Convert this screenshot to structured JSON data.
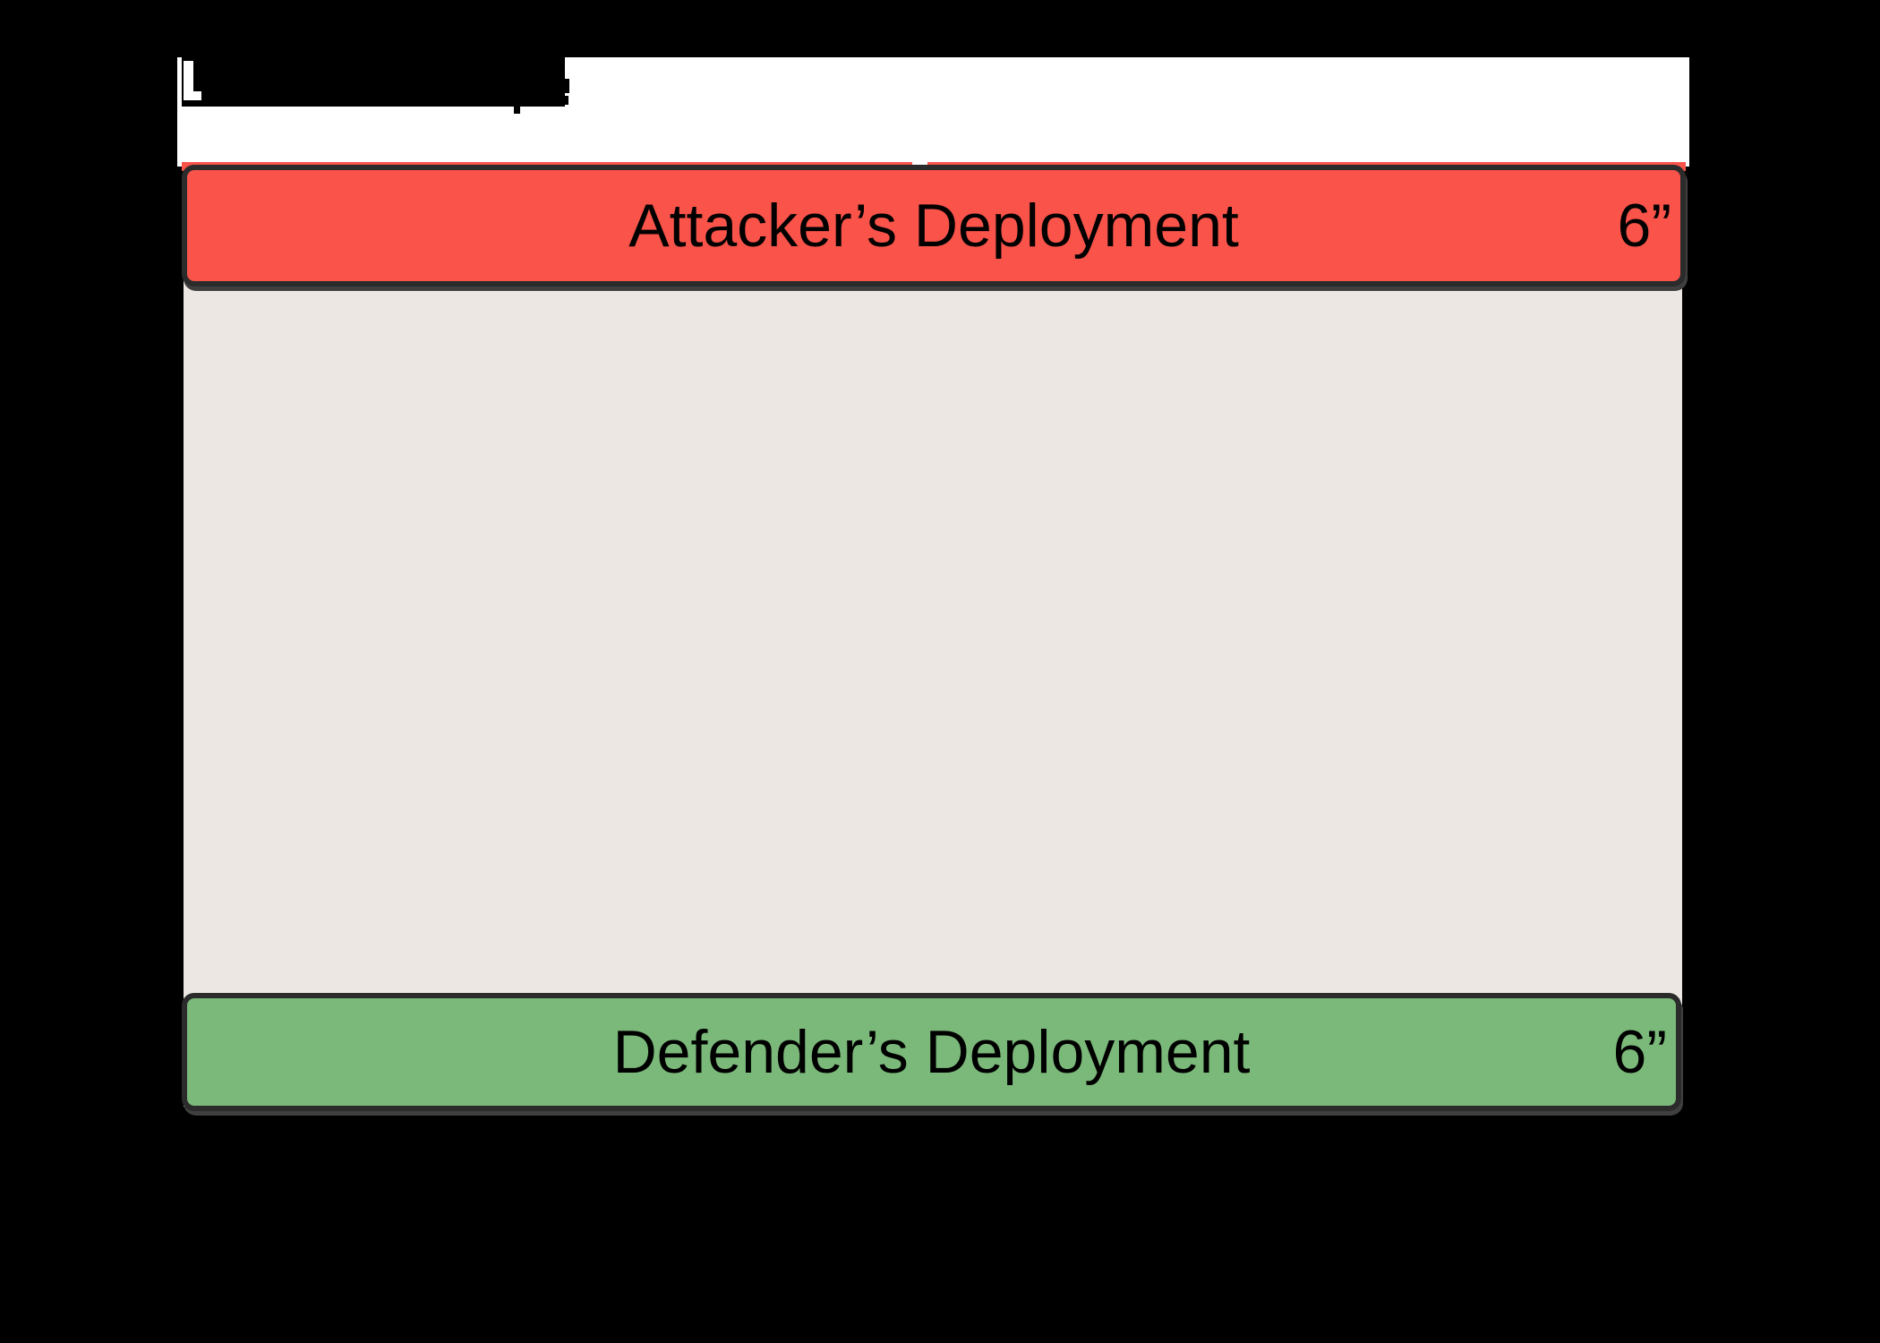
{
  "colors": {
    "background": "#000000",
    "slide": "#ffffff",
    "board": "#ECE7E2",
    "attacker": "#F9534A",
    "defender": "#7BB97A",
    "zone_border": "#2B2B2B",
    "text": "#000000"
  },
  "zones": {
    "attacker": {
      "label": "Attacker’s Deployment",
      "depth": "6”"
    },
    "defender": {
      "label": "Defender’s Deployment",
      "depth": "6”"
    }
  }
}
